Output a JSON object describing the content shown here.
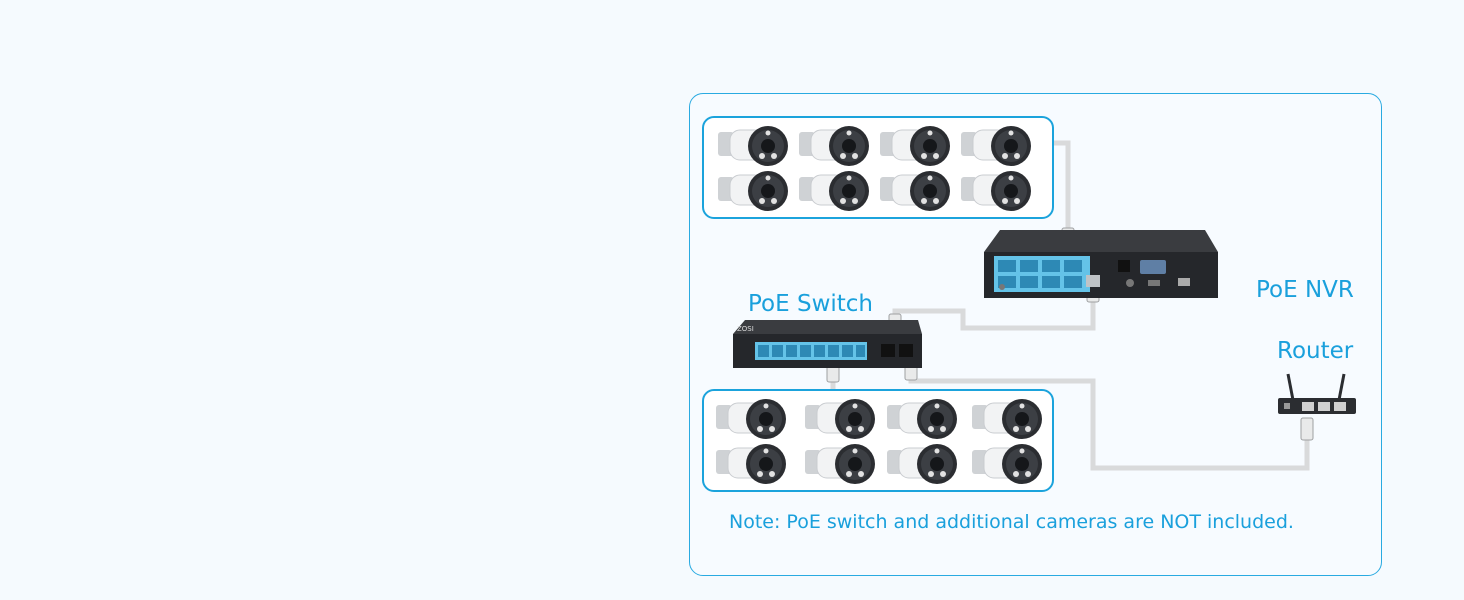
{
  "labels": {
    "poe_switch": "PoE Switch",
    "poe_nvr": "PoE NVR",
    "router": "Router"
  },
  "note": "Note: PoE switch and additional cameras are NOT included.",
  "camera_groups": [
    {
      "name": "top",
      "count": 8
    },
    {
      "name": "bottom",
      "count": 8
    }
  ],
  "icons": {
    "camera": "bullet-camera-icon",
    "nvr": "nvr-icon",
    "switch": "poe-switch-icon",
    "router": "router-icon",
    "cable": "ethernet-cable"
  },
  "colors": {
    "accent": "#1aa0dc",
    "device_body": "#2b2d31",
    "port_blue": "#64c3e8",
    "cable": "#d9dadb"
  }
}
